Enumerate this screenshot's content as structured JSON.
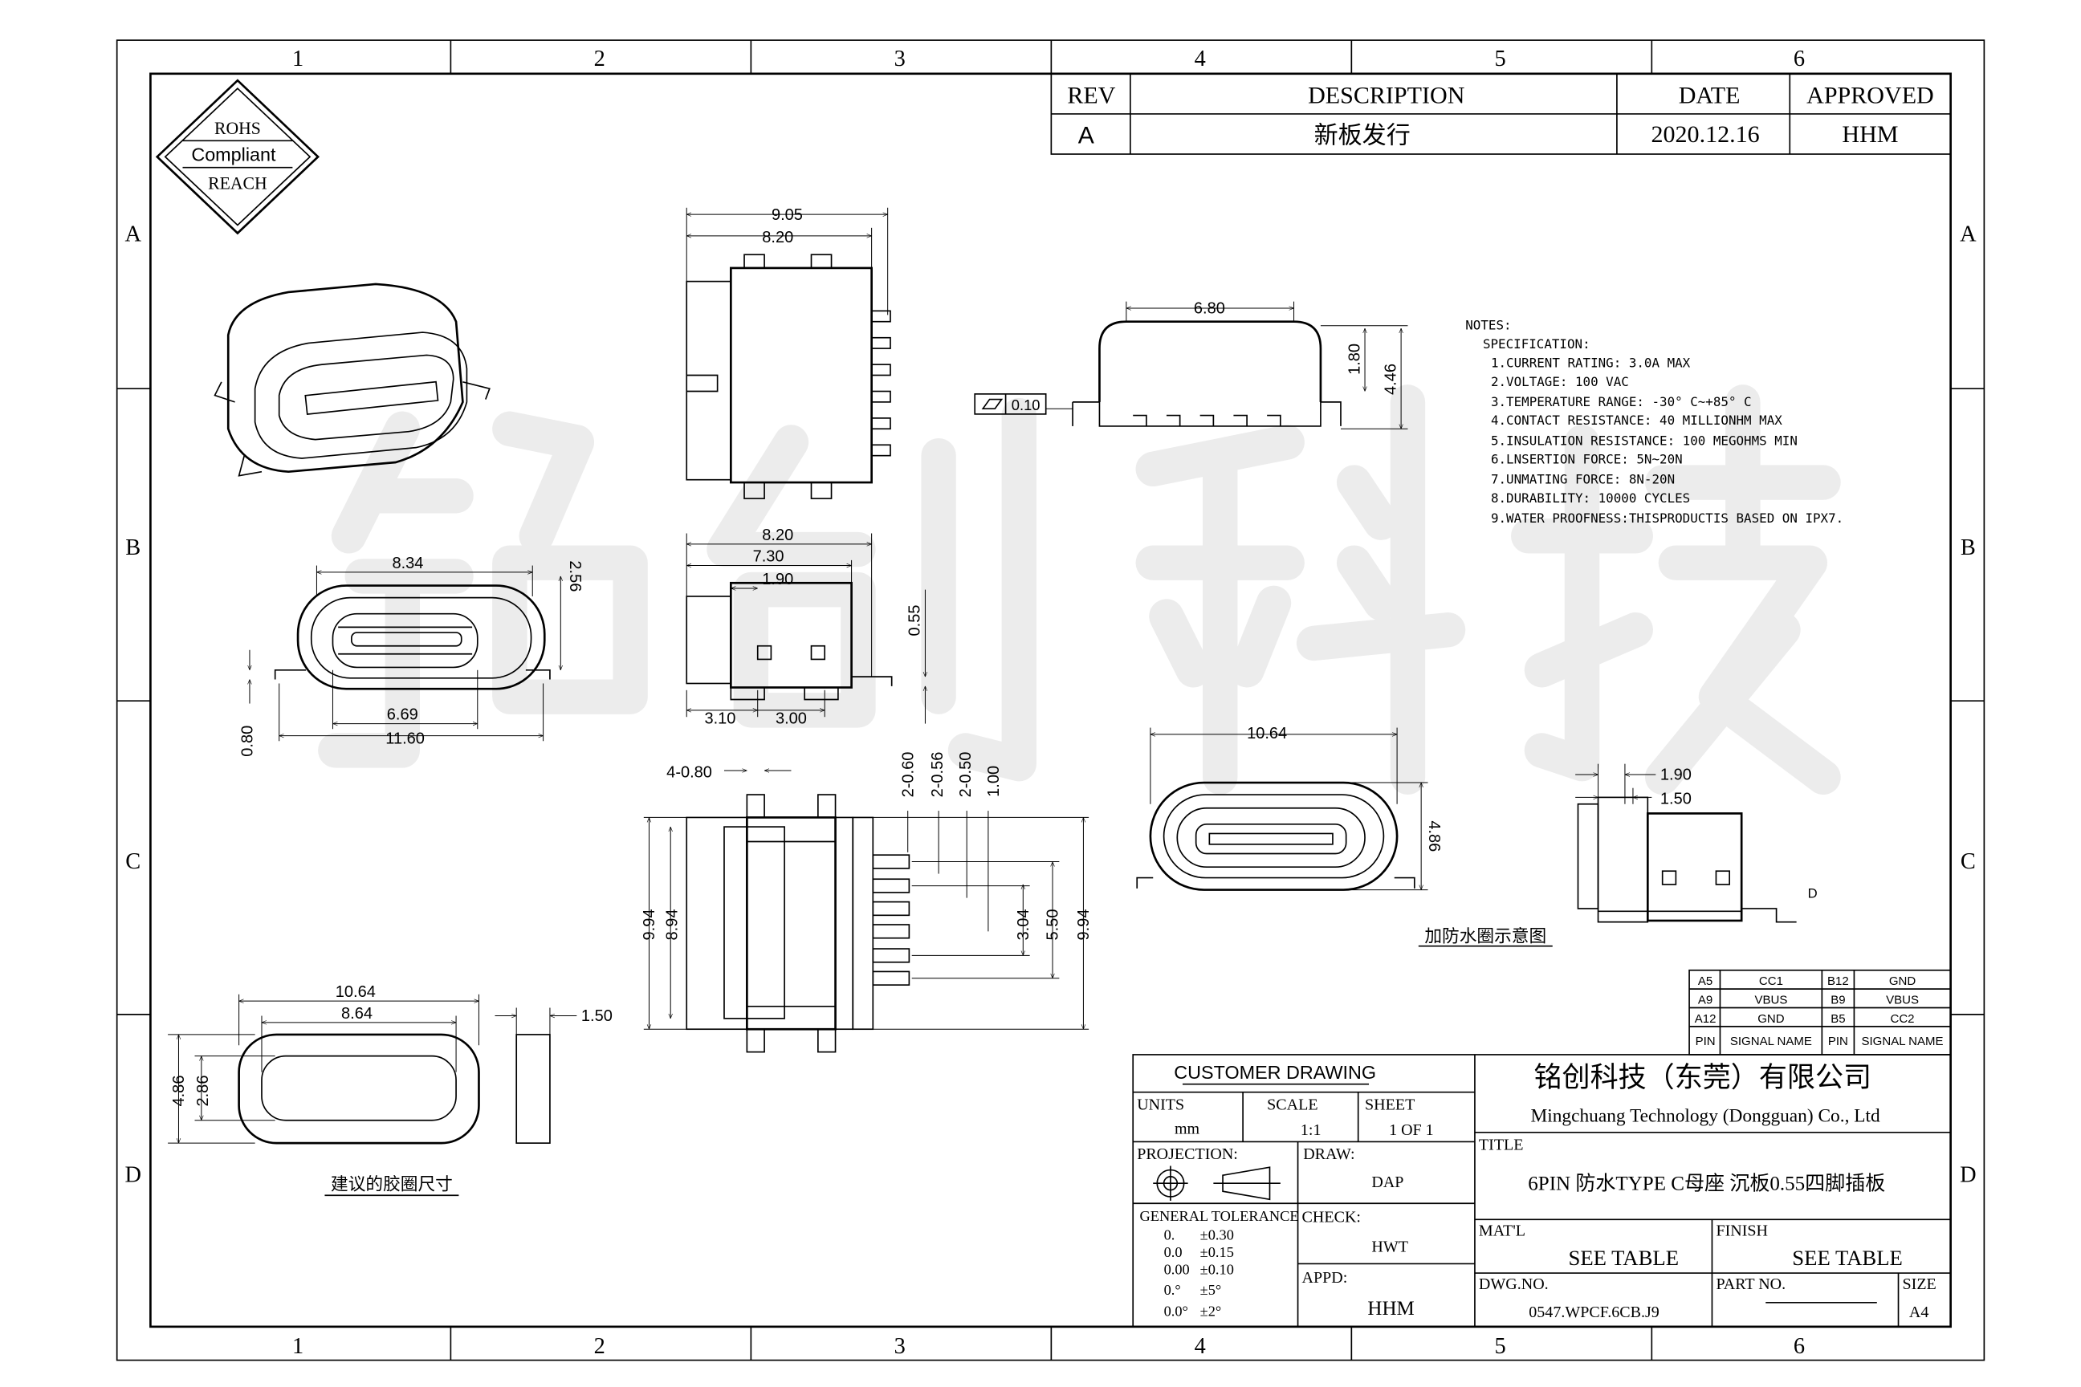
{
  "frame": {
    "columns": [
      "1",
      "2",
      "3",
      "4",
      "5",
      "6"
    ],
    "rows": [
      "A",
      "B",
      "C",
      "D"
    ]
  },
  "watermark": "铭创科技",
  "logo": {
    "top": "ROHS",
    "middle": "Compliant",
    "bottom": "REACH"
  },
  "revision": {
    "headers": {
      "rev": "REV",
      "description": "DESCRIPTION",
      "date": "DATE",
      "approved": "APPROVED"
    },
    "row": {
      "rev": "A",
      "description": "新板发行",
      "date": "2020.12.16",
      "approved": "HHM"
    }
  },
  "notes": {
    "title": "NOTES:",
    "subtitle": "SPECIFICATION:",
    "items": [
      "1.CURRENT RATING: 3.0A MAX",
      "2.VOLTAGE: 100 VAC",
      "3.TEMPERATURE RANGE: -30° C~+85° C",
      "4.CONTACT RESISTANCE: 40 MILLIONHM MAX",
      "5.INSULATION RESISTANCE: 100 MEGOHMS MIN",
      "6.LNSERTION FORCE: 5N~20N",
      "7.UNMATING FORCE: 8N-20N",
      "8.DURABILITY: 10000 CYCLES",
      "9.WATER PROOFNESS:THISPRODUCTIS BASED ON IPX7."
    ]
  },
  "dimensions": {
    "front": [
      "8.34",
      "2.56",
      "6.69",
      "11.60",
      "0.80"
    ],
    "top": [
      "9.05",
      "8.20"
    ],
    "side": [
      "8.20",
      "7.30",
      "1.90",
      "0.55",
      "3.10",
      "3.00"
    ],
    "end": [
      "6.80",
      "1.80",
      "4.46"
    ],
    "flatness": "0.10",
    "bottom": [
      "4-0.80",
      "2-0.60",
      "2-0.56",
      "2-0.50",
      "1.00",
      "9.94",
      "8.94",
      "3.04",
      "5.50",
      "9.94"
    ],
    "waterproof": [
      "10.64",
      "4.86"
    ],
    "side_right": [
      "1.90",
      "1.50",
      "D"
    ],
    "gasket": [
      "10.64",
      "8.64",
      "4.86",
      "2.86",
      "1.50"
    ]
  },
  "captions": {
    "gasket": "建议的胶圈尺寸",
    "waterproof": "加防水圈示意图"
  },
  "pin_table": {
    "rows": [
      [
        "A5",
        "CC1",
        "B12",
        "GND"
      ],
      [
        "A9",
        "VBUS",
        "B9",
        "VBUS"
      ],
      [
        "A12",
        "GND",
        "B5",
        "CC2"
      ]
    ],
    "header": [
      "PIN",
      "SIGNAL NAME",
      "PIN",
      "SIGNAL NAME"
    ]
  },
  "title_block": {
    "customer_drawing": "CUSTOMER DRAWING",
    "units_label": "UNITS",
    "units": "mm",
    "scale_label": "SCALE",
    "scale": "1:1",
    "sheet_label": "SHEET",
    "sheet": "1 OF 1",
    "projection_label": "PROJECTION:",
    "draw_label": "DRAW:",
    "draw": "DAP",
    "check_label": "CHECK:",
    "check": "HWT",
    "appd_label": "APPD:",
    "appd": "HHM",
    "tolerance_label": "GENERAL TOLERANCE",
    "tolerances": [
      [
        "0.",
        "±0.30"
      ],
      [
        "0.0",
        "±0.15"
      ],
      [
        "0.00",
        "±0.10"
      ],
      [
        "0.°",
        "±5°"
      ],
      [
        "0.0°",
        "±2°"
      ]
    ],
    "company_cn": "铭创科技（东莞）有限公司",
    "company_en": "Mingchuang Technology (Dongguan) Co., Ltd",
    "title_label": "TITLE",
    "title": "6PIN 防水TYPE C母座 沉板0.55四脚插板",
    "material_label": "MAT'L",
    "material": "SEE TABLE",
    "finish_label": "FINISH",
    "finish": "SEE TABLE",
    "dwg_no_label": "DWG.NO.",
    "dwg_no": "0547.WPCF.6CB.J9",
    "part_no_label": "PART NO.",
    "size_label": "SIZE",
    "size": "A4"
  }
}
